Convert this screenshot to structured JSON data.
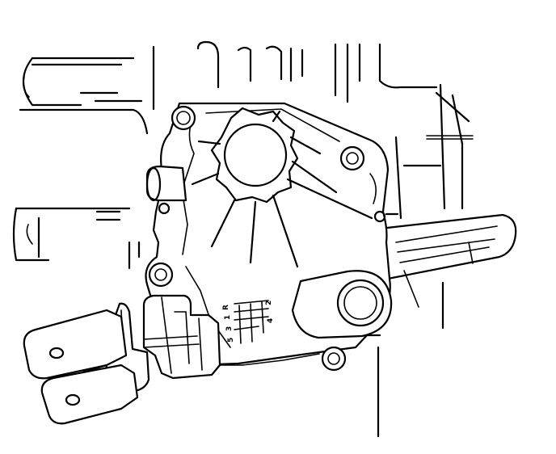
{
  "shift_pattern": {
    "gears_top": [
      "2",
      "4"
    ],
    "gears_bottom": [
      "R",
      "1",
      "3",
      "5"
    ]
  },
  "colors": {
    "line": "#000000",
    "background": "#ffffff"
  }
}
